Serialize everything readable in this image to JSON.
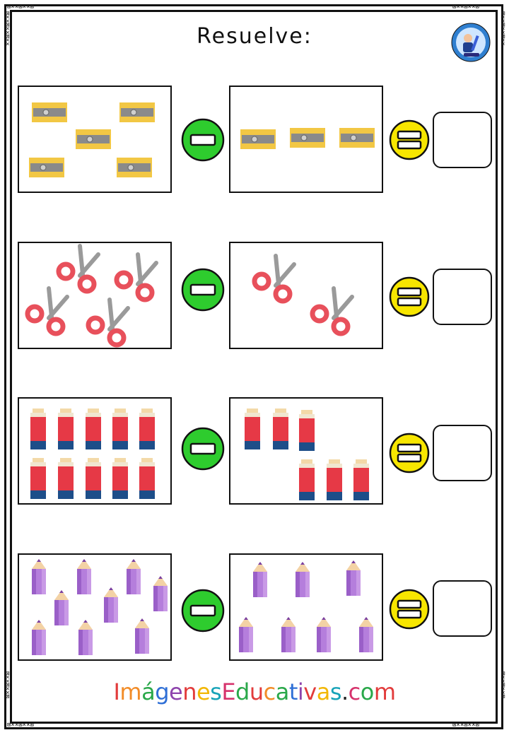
{
  "worksheet": {
    "title": "Resuelve:",
    "footer_site": "ImágenesEducativas.com",
    "rows": [
      {
        "item": "sharpener-icon",
        "minuend_count": 5,
        "subtrahend_count": 3,
        "operator": "-",
        "equals": "="
      },
      {
        "item": "scissors-icon",
        "minuend_count": 4,
        "subtrahend_count": 2,
        "operator": "-",
        "equals": "="
      },
      {
        "item": "glue-stick-icon",
        "minuend_count": 10,
        "subtrahend_count": 6,
        "operator": "-",
        "equals": "="
      },
      {
        "item": "purple-pencil-icon",
        "minuend_count": 9,
        "subtrahend_count": 7,
        "operator": "-",
        "equals": "="
      }
    ],
    "colors": {
      "minus_circle": "#2ecc2e",
      "equals_circle": "#f7e600",
      "sharpener": "#f2c744",
      "scissors": "#e8505b",
      "glue_body": "#e63946",
      "pencil": "#b57edc"
    }
  }
}
